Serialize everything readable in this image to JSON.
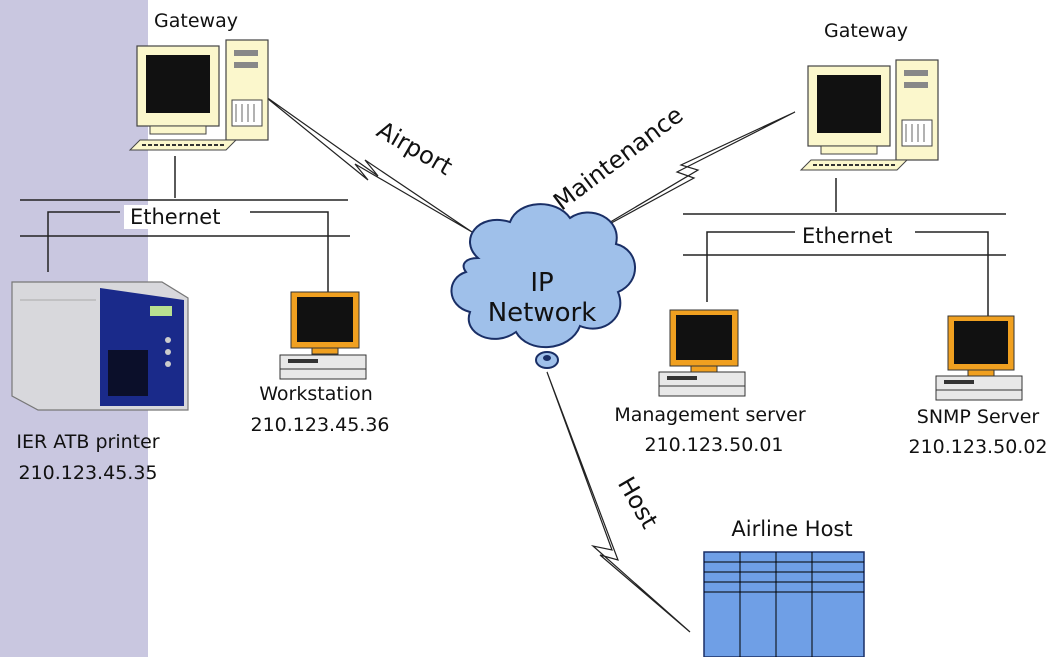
{
  "colors": {
    "sidebar": "#c9c7e0",
    "cloud": "#9fc0ea",
    "host": "#6f9fe6",
    "monitor_frame": "#f0a020"
  },
  "icons": [
    "desktop-computer-icon",
    "workstation-icon",
    "server-icon",
    "printer-icon",
    "mainframe-icon",
    "cloud-icon"
  ],
  "gateway_left": {
    "label": "Gateway"
  },
  "gateway_right": {
    "label": "Gateway"
  },
  "ethernet_left": {
    "label": "Ethernet"
  },
  "ethernet_right": {
    "label": "Ethernet"
  },
  "printer": {
    "name": "IER ATB printer",
    "ip": "210.123.45.35"
  },
  "workstation": {
    "name": "Workstation",
    "ip": "210.123.45.36"
  },
  "management_server": {
    "name": "Management server",
    "ip": "210.123.50.01"
  },
  "snmp_server": {
    "name": "SNMP Server",
    "ip": "210.123.50.02"
  },
  "cloud": {
    "line1": "IP",
    "line2": "Network"
  },
  "links": {
    "airport": "Airport",
    "maintenance": "Maintenance",
    "host": "Host"
  },
  "airline_host": {
    "label": "Airline Host"
  }
}
